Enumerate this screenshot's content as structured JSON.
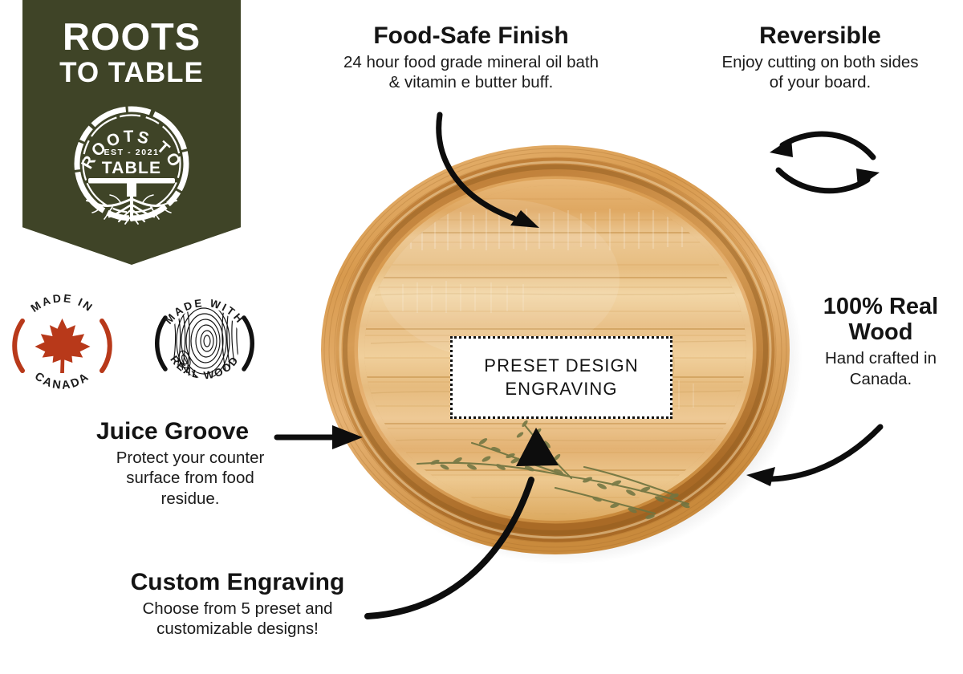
{
  "brand": {
    "title": "ROOTS",
    "subtitle": "TO TABLE",
    "emblem": {
      "arc_text": "ROOTS TO",
      "established": "EST - 2021",
      "wordmark": "TABLE",
      "icon": "roots-table-emblem"
    },
    "banner_color": "#3f4427"
  },
  "badges": [
    {
      "id": "made-in-canada",
      "top_text": "MADE IN",
      "bottom_text": "CANADA",
      "icon": "maple-leaf-icon",
      "color": "#b8391a"
    },
    {
      "id": "made-with-real-wood",
      "top_text": "MADE WITH",
      "bottom_text": "REAL WOOD",
      "icon": "wood-grain-icon",
      "color": "#111111"
    }
  ],
  "product": {
    "name": "round-cutting-board",
    "engraving_placeholder": {
      "line1": "PRESET DESIGN",
      "line2": "ENGRAVING"
    },
    "wood_colors": {
      "light": "#f0cf9e",
      "mid": "#e0ae6e",
      "dark": "#c98b42",
      "groove": "#b8762f",
      "rim": "#d79a51"
    },
    "garnish": "thyme-sprigs"
  },
  "annotations": [
    {
      "id": "food-safe-finish",
      "heading": "Food-Safe Finish",
      "body": "24 hour food grade mineral oil bath\n& vitamin e butter buff.",
      "arrow": "curved-arrow-down-right"
    },
    {
      "id": "reversible",
      "heading": "Reversible",
      "body": "Enjoy cutting on both sides\nof your board.",
      "arrow": "flip-double-arrow-icon"
    },
    {
      "id": "real-wood",
      "heading": "100% Real\nWood",
      "body": "Hand crafted in\nCanada.",
      "arrow": "curved-arrow-left"
    },
    {
      "id": "juice-groove",
      "heading": "Juice Groove",
      "body": "Protect your counter\nsurface from food\nresidue.",
      "arrow": "straight-arrow-right"
    },
    {
      "id": "custom-engraving",
      "heading": "Custom Engraving",
      "body": "Choose from 5 preset and\ncustomizable designs!",
      "arrow": "curved-arrow-up-right"
    }
  ]
}
